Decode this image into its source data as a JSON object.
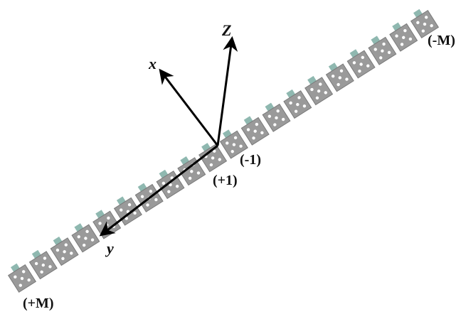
{
  "figure": {
    "element_count_per_side": 10,
    "colors": {
      "panel": "#9a9a9a",
      "panel_edge": "#7a7a7a",
      "hole": "#ffffff",
      "tab": "#8fb8b0",
      "axis": "#000000"
    }
  },
  "axes": {
    "x_label": "x",
    "y_label": "y",
    "z_label": "Z"
  },
  "labels": {
    "minus_one": "(-1)",
    "plus_one": "(+1)",
    "minus_m": "(-M)",
    "plus_m": "(+M)"
  }
}
